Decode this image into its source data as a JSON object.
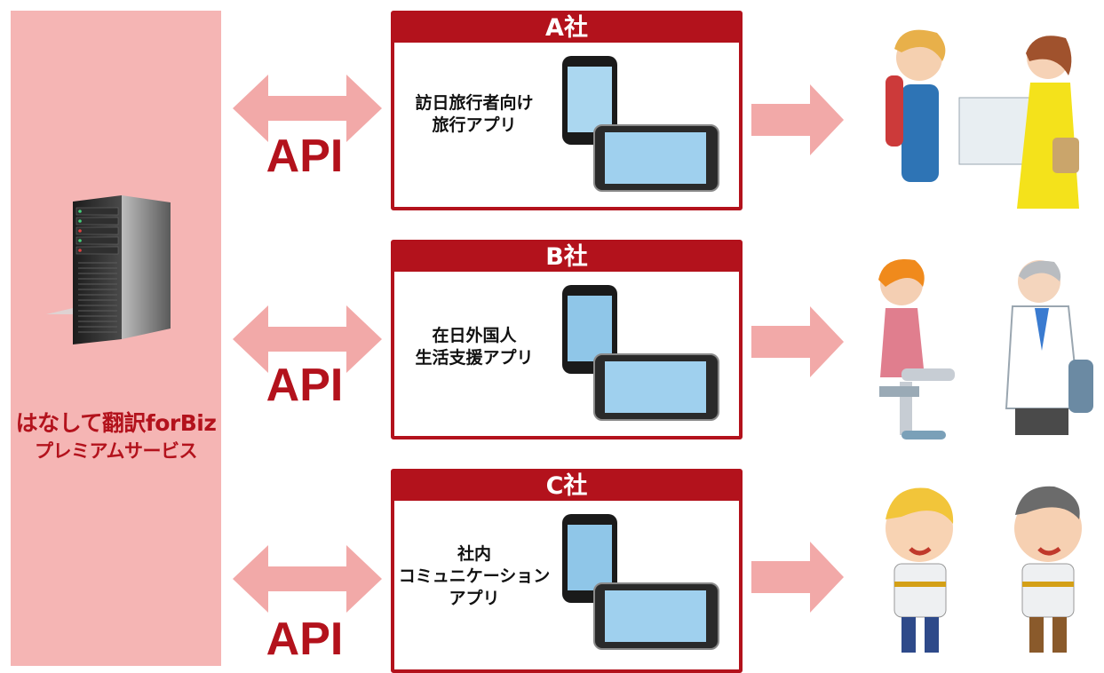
{
  "service": {
    "line1": "はなして翻訳forBiz",
    "line2": "プレミアムサービス"
  },
  "api_label": "API",
  "companies": [
    {
      "header": "A社",
      "app_lines": [
        "訪日旅行者向け",
        "旅行アプリ"
      ]
    },
    {
      "header": "B社",
      "app_lines": [
        "在日外国人",
        "生活支援アプリ"
      ]
    },
    {
      "header": "C社",
      "app_lines": [
        "社内",
        "コミュニケーション",
        "アプリ"
      ]
    }
  ],
  "colors": {
    "accent_red": "#b3121c",
    "panel_pink": "#f5b5b4",
    "arrow_pink": "#f2a9a8"
  }
}
